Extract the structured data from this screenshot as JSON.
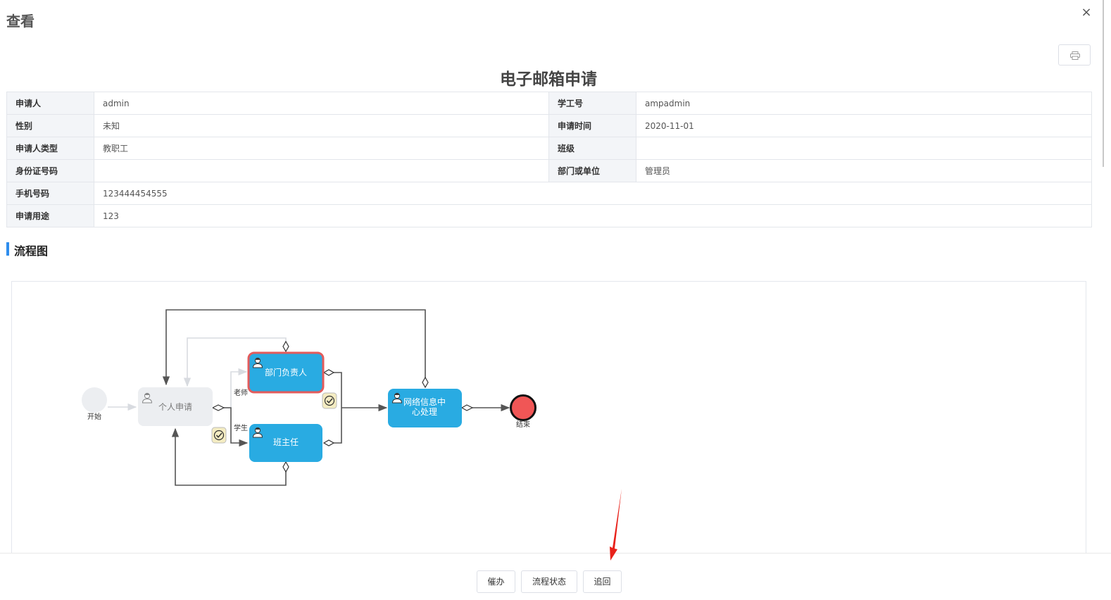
{
  "dialog": {
    "title": "查看",
    "close_symbol": "×"
  },
  "form": {
    "title": "电子邮箱申请",
    "rows": [
      {
        "label": "申请人",
        "value": "admin",
        "label2": "学工号",
        "value2": "ampadmin"
      },
      {
        "label": "性别",
        "value": "未知",
        "label2": "申请时间",
        "value2": "2020-11-01"
      },
      {
        "label": "申请人类型",
        "value": "教职工",
        "label2": "班级",
        "value2": ""
      },
      {
        "label": "身份证号码",
        "value": "",
        "label2": "部门或单位",
        "value2": "管理员"
      },
      {
        "label": "手机号码",
        "value": "123444454555"
      },
      {
        "label": "申请用途",
        "value": "123"
      }
    ]
  },
  "section": {
    "title": "流程图"
  },
  "diagram": {
    "start_label": "开始",
    "end_label": "结束",
    "tasks": {
      "apply": "个人申请",
      "dept_head": "部门负责人",
      "class_teacher": "班主任",
      "network_center_line1": "网络信息中",
      "network_center_line2": "心处理"
    },
    "branch_teacher": "老师",
    "branch_student": "学生",
    "colors": {
      "task": "#29abe2",
      "task_inactive": "#eceef1",
      "current_border": "#e35b5b",
      "end_fill": "#f05656",
      "flow": "#555555"
    }
  },
  "footer": {
    "urge_label": "催办",
    "status_label": "流程状态",
    "recall_label": "追回"
  },
  "icons": {
    "print": "printer-icon",
    "user": "user-task-icon",
    "check": "check-badge-icon",
    "annotation": "red-arrow-annotation"
  }
}
